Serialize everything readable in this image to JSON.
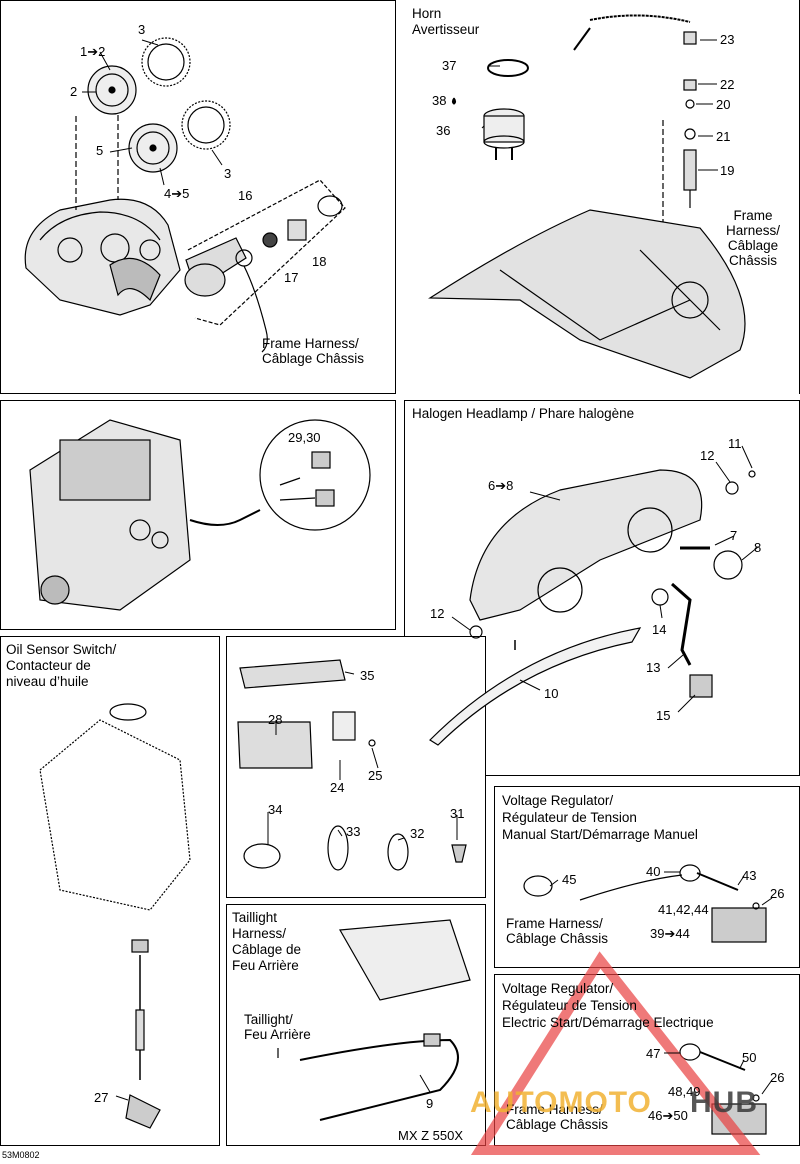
{
  "diagram_code": "53M0802",
  "model": "MX Z 550X",
  "watermark": {
    "part1": "AUTOMOTO",
    "part2": "HUB",
    "color1": "#f2b233",
    "color2": "#3a3a3a",
    "triangle_color": "#e84040"
  },
  "panels": {
    "horn": {
      "title": "Horn\nAvertisseur"
    },
    "headlamp": {
      "title": "Halogen Headlamp / Phare halogène"
    },
    "oil": {
      "title": "Oil Sensor Switch/\nContacteur de\nniveau d’huile"
    },
    "taillight": {
      "title": "Taillight\nHarness/\nCâblage de\nFeu Arrière"
    },
    "vr_manual": {
      "title": "Voltage Regulator/\nRégulateur de Tension\nManual Start/Démarrage Manuel"
    },
    "vr_electric": {
      "title": "Voltage Regulator/\nRégulateur de Tension\nElectric Start/Démarrage Electrique"
    }
  },
  "labels": {
    "gauges": [
      "3",
      "1➔2",
      "2",
      "5",
      "4➔5",
      "3",
      "16",
      "17",
      "18",
      "Frame Harness/\nCâblage Châssis"
    ],
    "horn": [
      "37",
      "38",
      "36"
    ],
    "handlebar": [
      "23",
      "22",
      "20",
      "21",
      "19",
      "Frame\nHarness/\nCâblage\nChâssis"
    ],
    "engine": [
      "29,30"
    ],
    "headlamp": [
      "11",
      "12",
      "6➔8",
      "7",
      "8",
      "12",
      "14",
      "13",
      "10",
      "15"
    ],
    "oil": [
      "27"
    ],
    "hardware": [
      "35",
      "28",
      "24",
      "25",
      "34",
      "33",
      "32",
      "31"
    ],
    "taillight": [
      "Taillight/\nFeu Arrière",
      "9"
    ],
    "vr_manual": [
      "40",
      "43",
      "45",
      "26",
      "41,42,44",
      "Frame Harness/\nCâblage Châssis",
      "39➔44"
    ],
    "vr_electric": [
      "47",
      "50",
      "26",
      "48,49",
      "Frame Harness/\nCâblage Châssis",
      "46➔50"
    ]
  }
}
